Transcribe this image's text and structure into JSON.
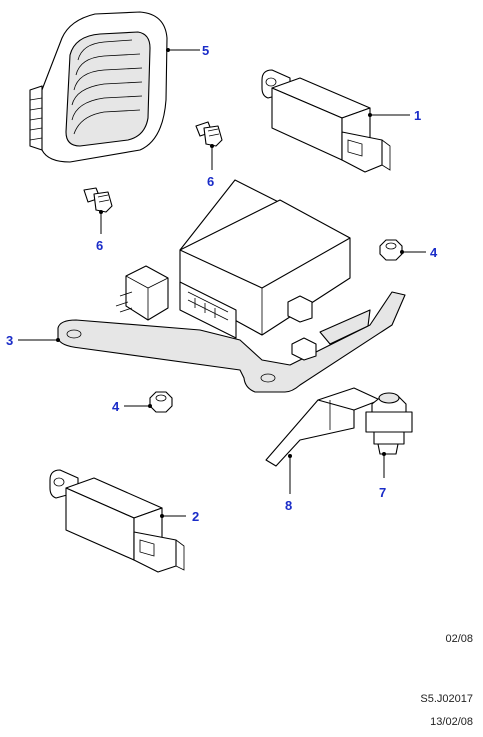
{
  "callouts": {
    "c1": "1",
    "c2": "2",
    "c3": "3",
    "c4a": "4",
    "c4b": "4",
    "c5": "5",
    "c6a": "6",
    "c6b": "6",
    "c7": "7",
    "c8": "8"
  },
  "footer": {
    "date_short": "02/08",
    "ref": "S5.J02017",
    "date_full": "13/02/08"
  },
  "colors": {
    "callout": "#1a2cc8",
    "line": "#000000"
  }
}
